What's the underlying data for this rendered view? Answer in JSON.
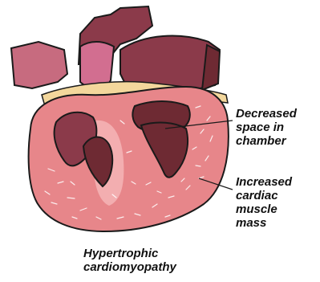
{
  "labels": {
    "chamber": [
      "Decreased",
      "space in",
      "chamber"
    ],
    "muscle": [
      "Increased",
      "cardiac",
      "muscle",
      "mass"
    ]
  },
  "caption": [
    "Hypertrophic",
    "cardiomyopathy"
  ],
  "colors": {
    "muscle": "#e7868a",
    "muscle_light": "#f3aeb0",
    "chamber": "#6e2a33",
    "vessel": "#8b3a4a",
    "vessel_light": "#d26e90",
    "outline": "#1a1a1a",
    "fat": "#f3d79c"
  }
}
